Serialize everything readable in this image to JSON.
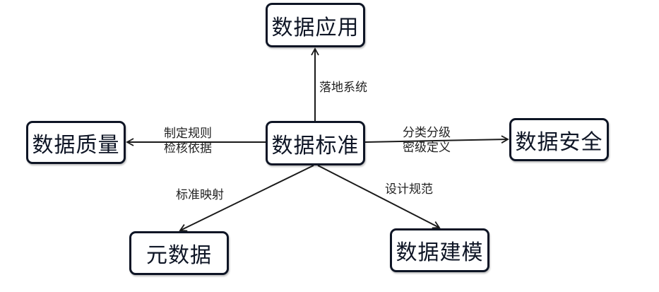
{
  "diagram": {
    "nodes": {
      "standard": "数据标准",
      "application": "数据应用",
      "quality": "数据质量",
      "security": "数据安全",
      "metadata": "元数据",
      "modeling": "数据建模"
    },
    "edges": {
      "to_application": {
        "lines": [
          "落地系统"
        ]
      },
      "to_quality": {
        "lines": [
          "制定规则",
          "检核依据"
        ]
      },
      "to_security": {
        "lines": [
          "分类分级",
          "密级定义"
        ]
      },
      "to_metadata": {
        "lines": [
          "标准映射"
        ]
      },
      "to_modeling": {
        "lines": [
          "设计规范"
        ]
      }
    }
  }
}
